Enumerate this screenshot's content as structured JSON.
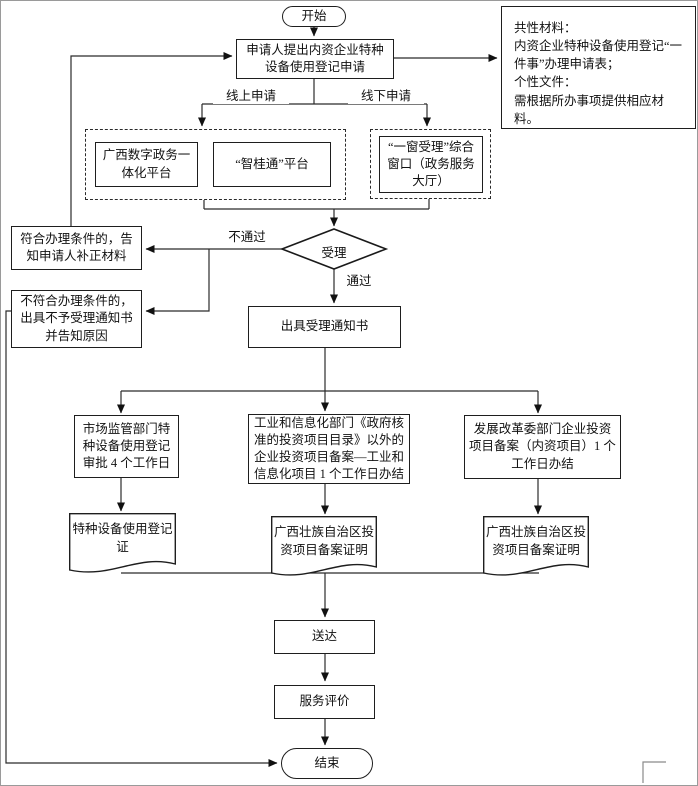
{
  "flowchart": {
    "start": "开始",
    "apply": "申请人提出内资企业特种设备使用登记申请",
    "materials_lines": [
      "共性材料：",
      "内资企业特种设备使用登记“一件事”办理申请表；",
      "个性文件：",
      "需根据所办事项提供相应材料。"
    ],
    "branch_online": "线上申请",
    "branch_offline": "线下申请",
    "platform_gov": "广西数字政务一体化平台",
    "platform_zhiguitong": "“智桂通”平台",
    "window_offline": "“一窗受理”综合窗口（政务服务大厅）",
    "accept_decision": "受理",
    "label_fail": "不通过",
    "label_pass": "通过",
    "notify_fix": "符合办理条件的，告知申请人补正材料",
    "notify_reject": "不符合办理条件的，出具不予受理通知书并告知原因",
    "accept_notice": "出具受理通知书",
    "dept_market": "市场监管部门特种设备使用登记审批 4 个工作日",
    "dept_industry": "工业和信息化部门《政府核准的投资项目目录》以外的企业投资项目备案—工业和信息化项目 1 个工作日办结",
    "dept_reform": "发展改革委部门企业投资项目备案（内资项目）1 个工作日办结",
    "doc_cert": "特种设备使用登记证",
    "doc_filing_industry": "广西壮族自治区投资项目备案证明",
    "doc_filing_reform": "广西壮族自治区投资项目备案证明",
    "deliver": "送达",
    "evaluate": "服务评价",
    "end": "结束",
    "colors": {
      "line": "#2b2b2b",
      "border": "#1e1e1e",
      "background": "#ffffff"
    }
  }
}
